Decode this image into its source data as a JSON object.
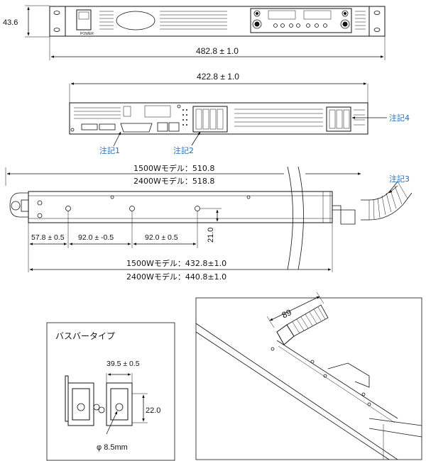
{
  "front_view": {
    "height_label": "43.6",
    "width_label": "482.8 ± 1.0",
    "power_label": "POWER"
  },
  "rear_view": {
    "width_label": "422.8 ± 1.0",
    "note1": "注記1",
    "note2": "注記2",
    "note4": "注記4"
  },
  "side_view": {
    "top_dim_1500": "1500Wモデル：510.8",
    "top_dim_2400": "2400Wモデル：518.8",
    "note3": "注記3",
    "dim_a": "57.8 ± 0.5",
    "dim_b": "92.0 ± -0.5",
    "dim_c": "92.0 ± 0.5",
    "dim_v": "21.0",
    "bottom_dim_1500": "1500Wモデル：432.8±1.0",
    "bottom_dim_2400": "2400Wモデル：440.8±1.0"
  },
  "busbar_inset": {
    "title": "バスバータイプ",
    "width_label": "39.5 ± 0.5",
    "height_label": "22.0",
    "hole_label": "φ 8.5mm"
  },
  "cable_inset": {
    "length_label": "89"
  }
}
